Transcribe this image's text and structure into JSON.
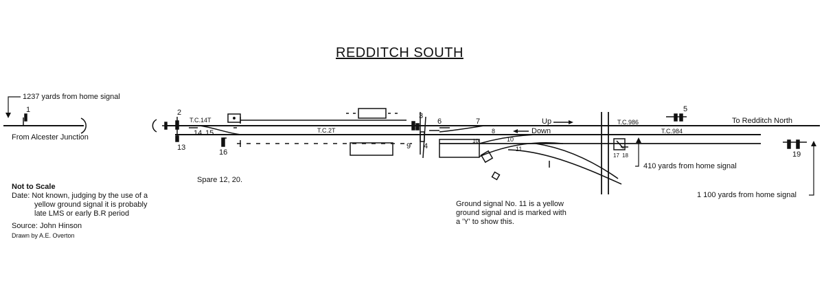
{
  "title": "REDDITCH SOUTH",
  "distances": {
    "left": "1237 yards from home signal",
    "right_410": "410 yards from home signal",
    "right_1100": "1 100 yards from home signal"
  },
  "places": {
    "from": "From Alcester Junction",
    "to": "To Redditch North"
  },
  "directions": {
    "up": "Up",
    "down": "Down"
  },
  "track_circuits": {
    "tc14t": "T.C.14T",
    "tc2t": "T.C.2T",
    "tc986": "T.C.986",
    "tc984": "T.C.984"
  },
  "levers": {
    "l1": "1",
    "l2": "2",
    "l3": "3",
    "l4": "4",
    "l5": "5",
    "l6": "6",
    "l7": "7",
    "l8": "8",
    "l9": "9",
    "l10a": "10",
    "l10b": "10",
    "l11": "11",
    "l13": "13",
    "l14": "14",
    "l15": "15",
    "l16": "16",
    "l17": "17",
    "l18": "18",
    "l19": "19"
  },
  "spare": "Spare 12, 20.",
  "notes": {
    "not_to_scale": "Not to Scale",
    "date_1": "Date: Not known, judging by the use of a",
    "date_2": "yellow ground signal it is probably",
    "date_3": "late LMS or early B.R period",
    "source": "Source: John Hinson",
    "drawn": "Drawn by A.E. Overton"
  },
  "ground_note": {
    "line1": "Ground signal No. 11 is a yellow",
    "line2": "ground signal  and is marked with",
    "line3": "a 'Y' to show this."
  },
  "colors": {
    "ink": "#111111",
    "paper": "#ffffff"
  }
}
